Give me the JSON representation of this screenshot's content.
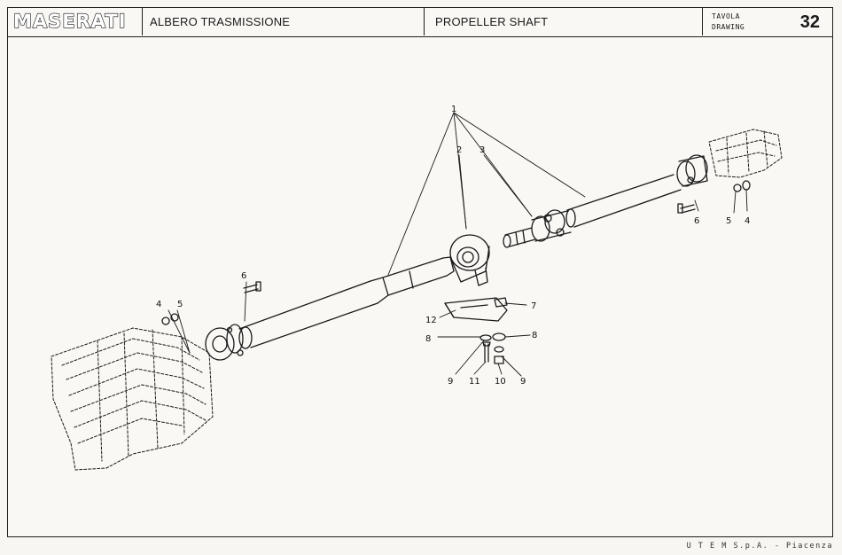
{
  "header": {
    "brand": "MASERATI",
    "title_it": "ALBERO TRASMISSIONE",
    "title_en": "PROPELLER SHAFT",
    "drawing_label_1": "TAVOLA",
    "drawing_label_2": "DRAWING",
    "drawing_number": "32"
  },
  "callouts": {
    "c1": "1",
    "c2": "2",
    "c3": "3",
    "c4_left": "4",
    "c5_left": "5",
    "c6_left": "6",
    "c4_right": "4",
    "c5_right": "5",
    "c6_right": "6",
    "c7": "7",
    "c8_left": "8",
    "c8_right": "8",
    "c9_left": "9",
    "c9_right": "9",
    "c10": "10",
    "c11": "11",
    "c12": "12"
  },
  "footer": {
    "publisher": "U T E M  S.p.A. - Piacenza"
  }
}
